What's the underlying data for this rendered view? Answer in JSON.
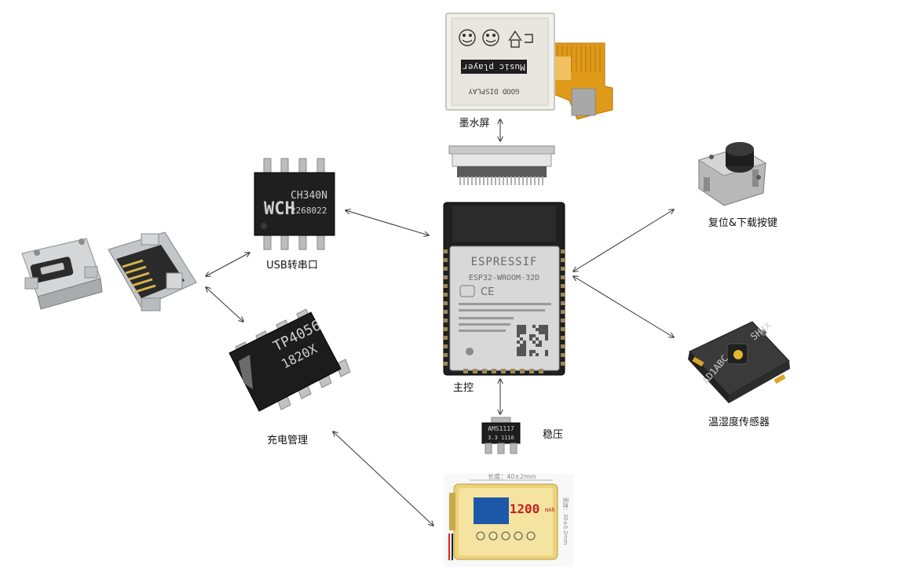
{
  "labels": {
    "eink": "墨水屏",
    "usb_serial": "USB转串口",
    "reset_button": "复位&下载按键",
    "mcu": "主控",
    "sensor": "温湿度传感器",
    "regulator": "稳压",
    "charger": "充电管理"
  },
  "markings": {
    "eink_banner": "Music player",
    "eink_footer": "GOOD DISPLAY",
    "ch340_line1": "CH340N",
    "ch340_line2": "2268022",
    "ch340_logo": "WCH",
    "tp4056_line1": "TP4056",
    "tp4056_line2": "1820X",
    "esp_brand": "ESPRESSIF",
    "esp_model": "ESP32-WROOM-32D",
    "sensor_text": "SH4X",
    "sensor_code": "AD1ABC",
    "ams_line1": "AMS1117",
    "ams_line2": "3.3  1116",
    "battery_dim_top": "长度：40±2mm",
    "battery_dim_side": "宽度：30±0.2mm",
    "battery_capacity": "1200",
    "battery_unit": "mAh"
  },
  "colors": {
    "arrow": "#333333",
    "chip_body": "#1c1c1c",
    "pin": "#b8b8b8",
    "esp_shield": "#d4d4d4",
    "flex_cable": "#d9900a",
    "battery_body": "#e8c85a"
  }
}
